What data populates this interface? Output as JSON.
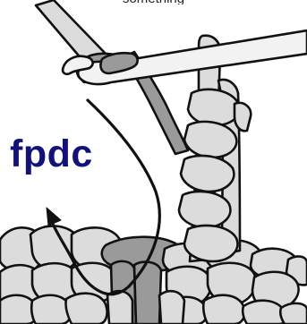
{
  "diagram": {
    "label": "fpdc",
    "top_caption": "something",
    "colors": {
      "label": "#12127a",
      "outline": "#111111",
      "yarn_light": "#dcdcdc",
      "yarn_dark": "#9a9a9a",
      "hook_fill": "#f2f2f2",
      "arrow": "#111111"
    },
    "icons": [
      "crochet-hook",
      "working-yarn",
      "front-post-stitch",
      "insertion-arrow",
      "foundation-row"
    ]
  }
}
